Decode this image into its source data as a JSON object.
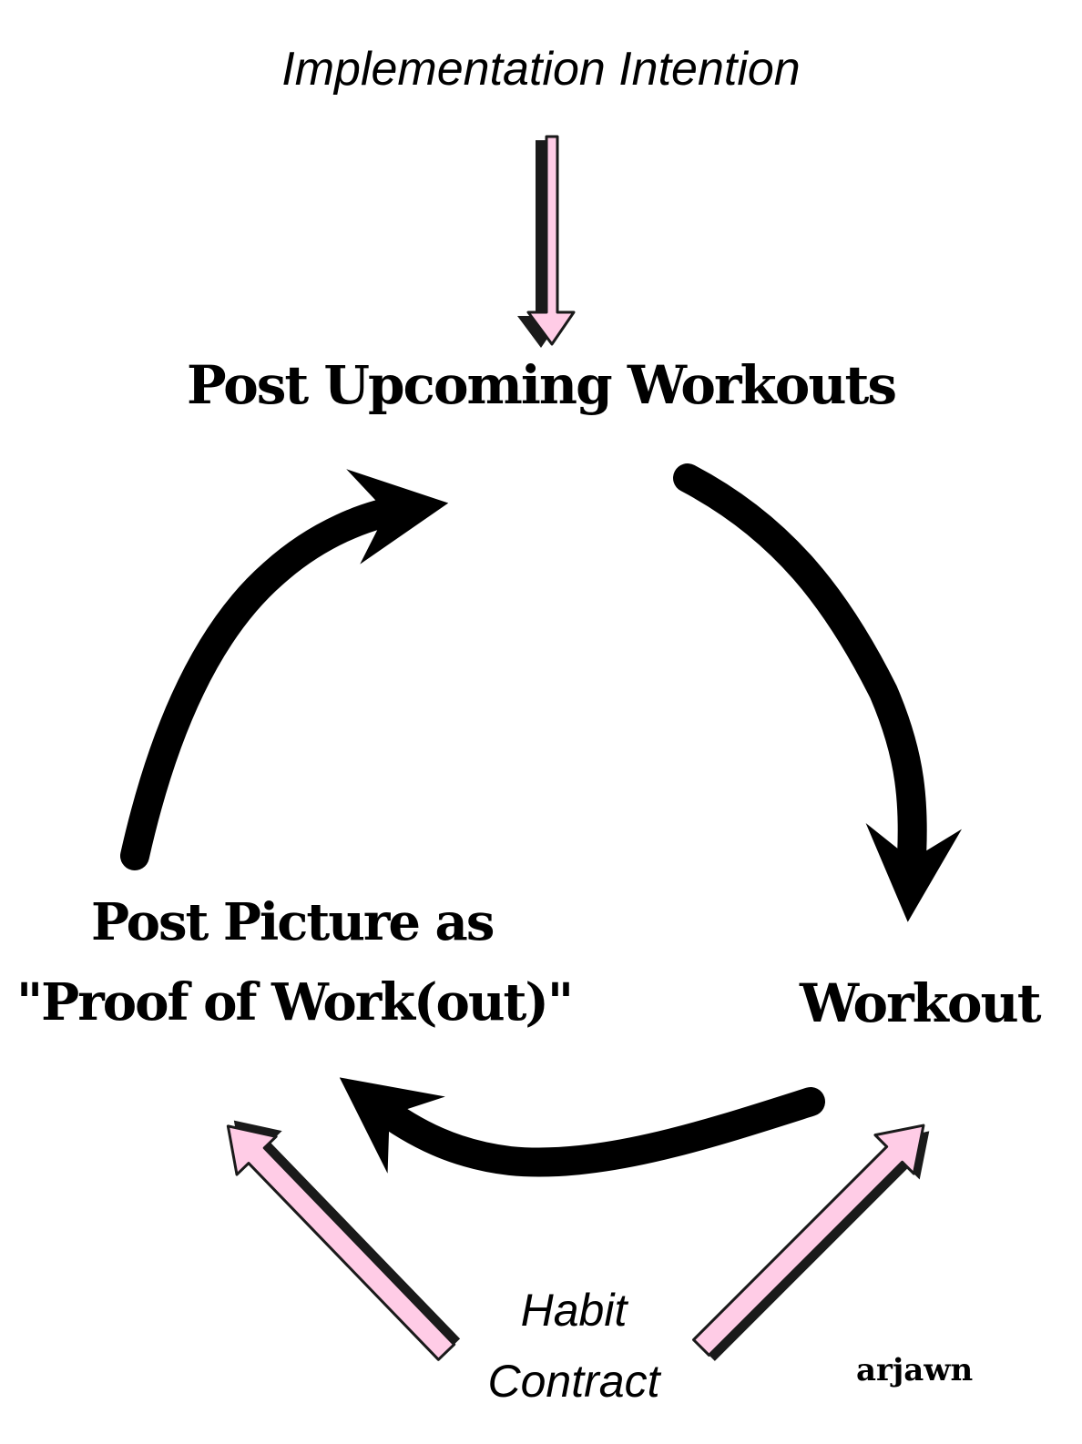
{
  "diagram": {
    "top_label": "Implementation Intention",
    "cycle_nodes": {
      "top": "Post Upcoming Workouts",
      "right": "Workout",
      "left_line1": "Post Picture as",
      "left_line2": "\"Proof of Work(out)\""
    },
    "bottom_label_line1": "Habit",
    "bottom_label_line2": "Contract",
    "author": "arjawn"
  },
  "colors": {
    "cycle_arrow": "#000000",
    "input_arrow_fill": "#ffcce6",
    "input_arrow_outline": "#1a1a1a",
    "text": "#000000",
    "background": "#ffffff"
  },
  "icons": {
    "cycle_arrows": "curved-arrow-icon",
    "input_arrows": "straight-arrow-icon"
  }
}
